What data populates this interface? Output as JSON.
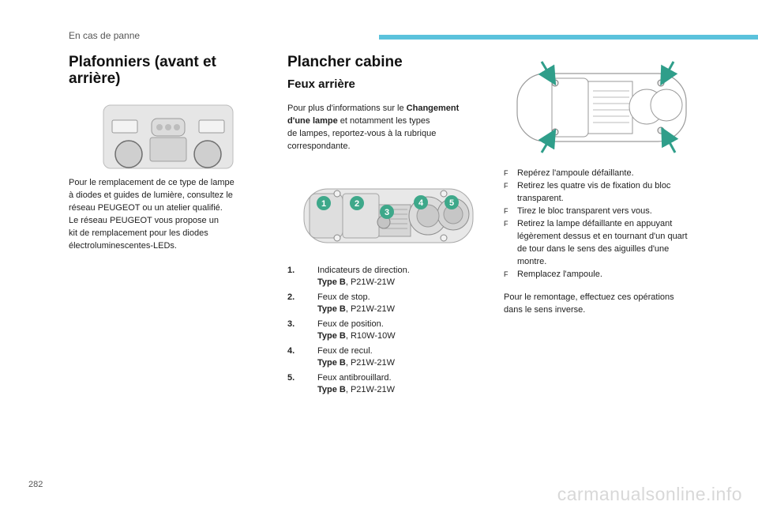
{
  "header": {
    "section_label": "En cas de panne",
    "accent_color": "#5bc2dc"
  },
  "left": {
    "title": "Plafonniers (avant et arrière)",
    "title_line1": "Plafonniers (avant et",
    "title_line2": "arrière)",
    "paragraph_lines": [
      "Pour le remplacement de ce type de lampe",
      "à diodes et guides de lumière, consultez le",
      "réseau PEUGEOT ou un atelier qualifié.",
      "Le réseau PEUGEOT vous propose un",
      "kit de remplacement pour les diodes",
      "électroluminescentes-LEDs."
    ]
  },
  "middle": {
    "title": "Plancher cabine",
    "subtitle": "Feux arrière",
    "intro_prefix": "Pour plus d'informations sur le ",
    "intro_bold_1": "Changement",
    "intro_bold_2": "d'une lampe",
    "intro_line2_rest": " et notamment les types",
    "intro_line3": "de lampes, reportez-vous à la rubrique",
    "intro_line4": "correspondante.",
    "figure_labels": [
      "1",
      "2",
      "3",
      "4",
      "5"
    ],
    "lamps": [
      {
        "number": "1.",
        "name": "Indicateurs de direction.",
        "type_label": "Type B",
        "bulb": ", P21W-21W"
      },
      {
        "number": "2.",
        "name": "Feux de stop.",
        "type_label": "Type B",
        "bulb": ", P21W-21W"
      },
      {
        "number": "3.",
        "name": "Feux de position.",
        "type_label": "Type B",
        "bulb": ", R10W-10W"
      },
      {
        "number": "4.",
        "name": "Feux de recul.",
        "type_label": "Type B",
        "bulb": ", P21W-21W"
      },
      {
        "number": "5.",
        "name": "Feux antibrouillard.",
        "type_label": "Type B",
        "bulb": ", P21W-21W"
      }
    ]
  },
  "right": {
    "bullet_glyph": "F",
    "steps": [
      {
        "line1": "Repérez l'ampoule défaillante."
      },
      {
        "line1": "Retirez les quatre vis de fixation du bloc",
        "line2": "transparent."
      },
      {
        "line1": "Tirez le bloc transparent vers vous."
      },
      {
        "line1": "Retirez la lampe défaillante en appuyant",
        "line2": "légèrement dessus et en tournant d'un quart",
        "line3": "de tour dans le sens des aiguilles d'une",
        "line4": "montre."
      },
      {
        "line1": "Remplacez l'ampoule."
      }
    ],
    "closing_line1": "Pour le remontage, effectuez ces opérations",
    "closing_line2": "dans le sens inverse."
  },
  "footer": {
    "page_number": "282",
    "watermark": "carmanualsonline.info"
  }
}
